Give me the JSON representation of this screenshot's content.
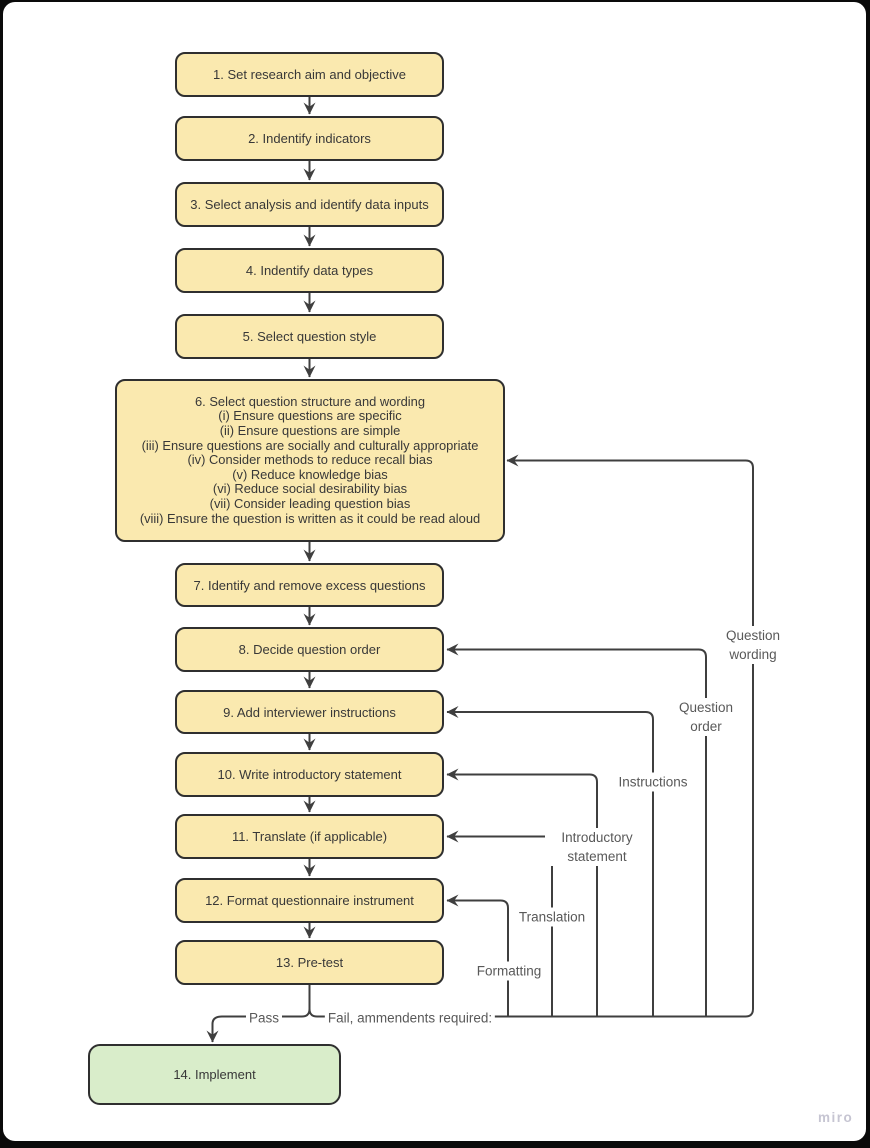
{
  "board": {
    "watermark": "miro",
    "colors": {
      "step_fill": "#FAE9AF",
      "step_border": "#2F2F2F",
      "final_fill": "#D9EDCA",
      "connector": "#3F3F3F",
      "step_text": "#383838",
      "edge_label_text": "#595959",
      "watermark_text": "#C6C5D2",
      "frame": "#000000",
      "board_bg": "#FFFFFF"
    }
  },
  "nodes": {
    "n1": "1. Set research aim and objective",
    "n2": "2. Indentify indicators",
    "n3": "3. Select analysis and identify data inputs",
    "n4": "4. Indentify data types",
    "n5": "5. Select question style",
    "n6": {
      "title": "6. Select question structure and wording",
      "items": [
        "(i) Ensure questions are specific",
        "(ii) Ensure questions are simple",
        "(iii) Ensure questions are socially and culturally appropriate",
        "(iv) Consider methods to reduce recall bias",
        "(v) Reduce knowledge bias",
        "(vi) Reduce social desirability bias",
        "(vii) Consider leading question bias",
        "(viii) Ensure the question is written as it could be read aloud"
      ]
    },
    "n7": "7. Identify and remove excess questions",
    "n8": "8.  Decide question order",
    "n9": "9. Add interviewer instructions",
    "n10": "10. Write introductory statement",
    "n11": "11. Translate (if applicable)",
    "n12": "12. Format questionnaire instrument",
    "n13": "13. Pre-test",
    "n14": "14. Implement"
  },
  "feedback_labels": {
    "question_wording": "Question wording",
    "question_order": "Question order",
    "instructions": "Instructions",
    "introductory_statement": "Introductory statement",
    "translation": "Translation",
    "formatting": "Formatting"
  },
  "branch_labels": {
    "pass": "Pass",
    "fail": "Fail, ammendents required:"
  }
}
